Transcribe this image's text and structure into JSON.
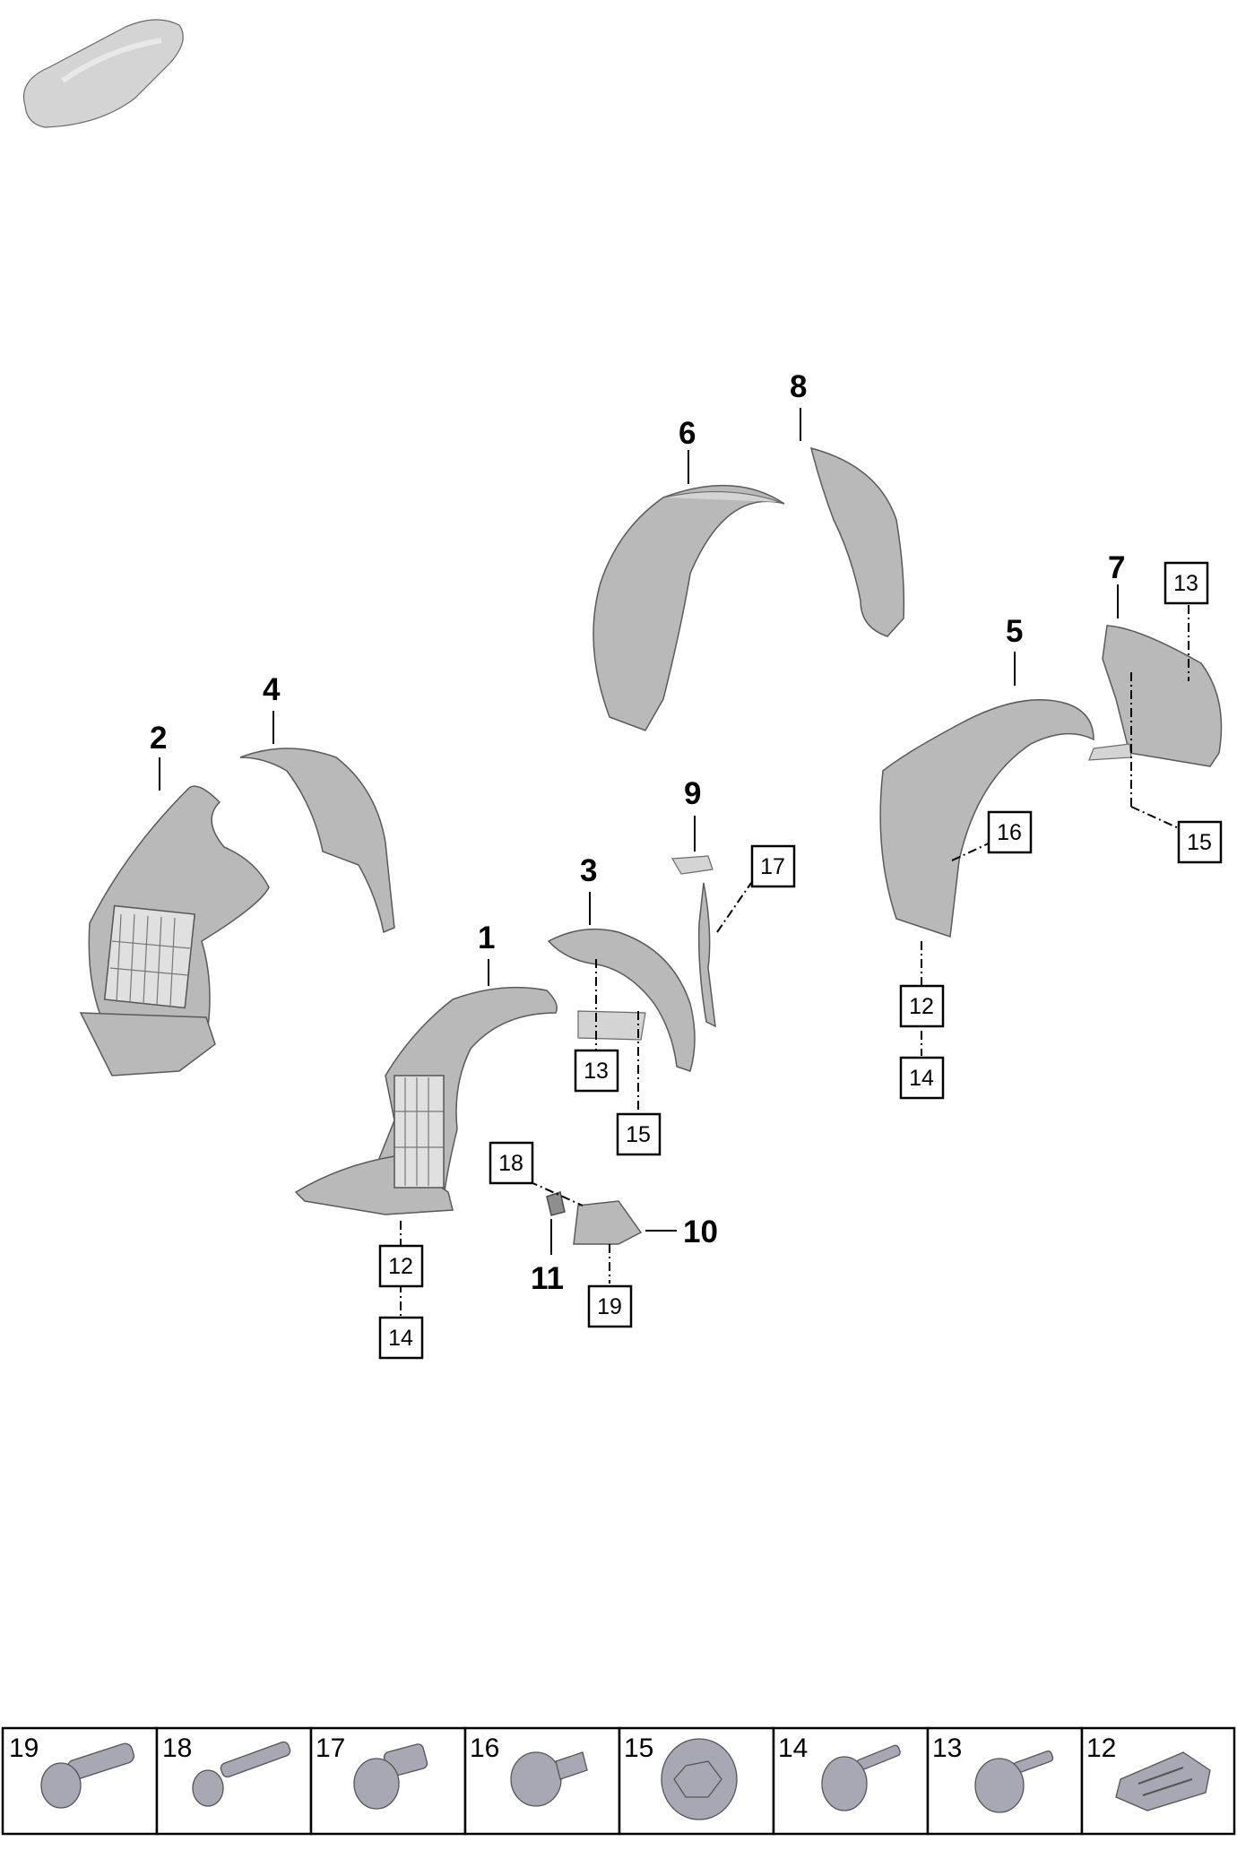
{
  "callouts": {
    "c1": "1",
    "c2": "2",
    "c3": "3",
    "c4": "4",
    "c5": "5",
    "c6": "6",
    "c7": "7",
    "c8": "8",
    "c9": "9",
    "c10": "10",
    "c11": "11"
  },
  "boxes": {
    "b12a": "12",
    "b14a": "14",
    "b13a": "13",
    "b15a": "15",
    "b18": "18",
    "b19": "19",
    "b17": "17",
    "b16": "16",
    "b12b": "12",
    "b14b": "14",
    "b13b": "13",
    "b15b": "15"
  },
  "legend": [
    "19",
    "18",
    "17",
    "16",
    "15",
    "14",
    "13",
    "12"
  ],
  "colors": {
    "part_fill": "#b9b9b9",
    "line": "#000000"
  }
}
